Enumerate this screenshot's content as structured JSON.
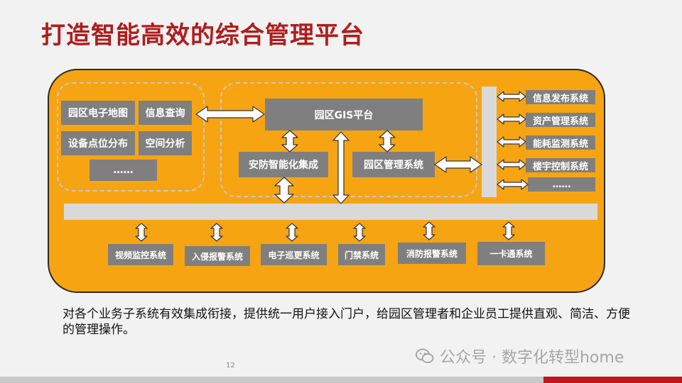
{
  "title": "打造智能高效的综合管理平台",
  "left_group": {
    "items": [
      "园区电子地图",
      "信息查询",
      "设备点位分布",
      "空间分析",
      "……"
    ]
  },
  "center": {
    "gis": "园区GIS平台",
    "security": "安防智能化集成",
    "park_mgmt": "园区管理系统"
  },
  "right_systems": [
    "信息发布系统",
    "资产管理系统",
    "能耗监测系统",
    "楼宇控制系统",
    "……"
  ],
  "bottom_systems": [
    "视频监控系统",
    "入侵报警系统",
    "电子巡更系统",
    "门禁系统",
    "消防报警系统",
    "一卡通系统"
  ],
  "description": "对各个业务子系统有效集成衔接，提供统一用户接入门户，给园区管理者和企业员工提供直观、简洁、方便的管理操作。",
  "page_number": "12",
  "watermark": "公众号 · 数字化转型home",
  "colors": {
    "title": "#b01c1c",
    "panel": "#f7a413",
    "box": "#7f7f7f",
    "bar": "#d9d9d9",
    "accent_red": "#c0151b"
  }
}
